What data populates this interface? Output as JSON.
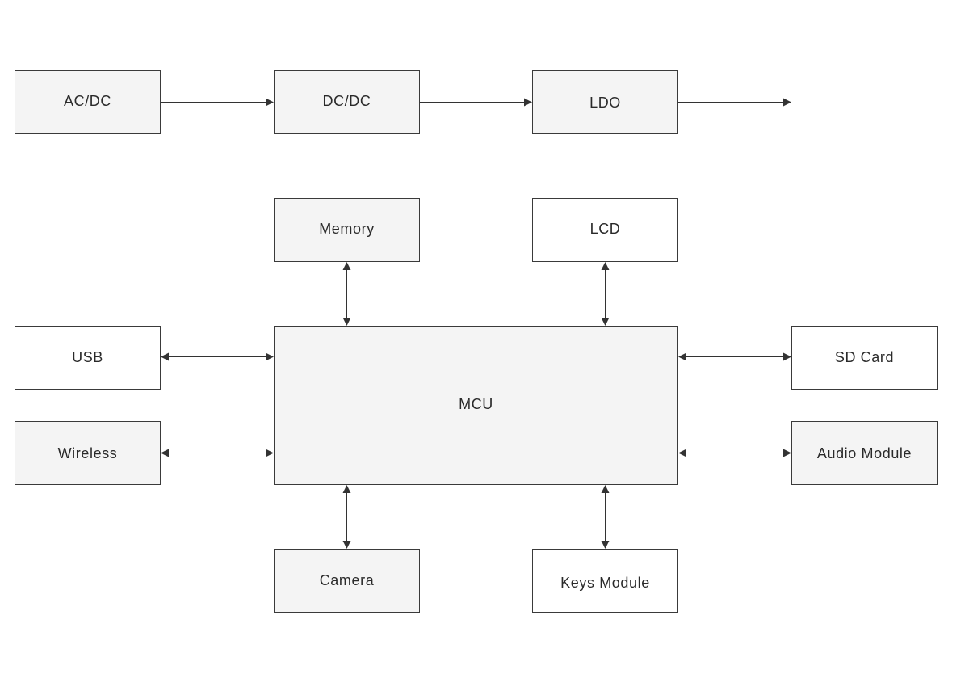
{
  "blocks": {
    "acdc": "AC/DC",
    "dcdc": "DC/DC",
    "ldo": "LDO",
    "memory": "Memory",
    "lcd": "LCD",
    "usb": "USB",
    "mcu": "MCU",
    "sdcard": "SD Card",
    "wireless": "Wireless",
    "audio": "Audio Module",
    "camera": "Camera",
    "keys": "Keys Module"
  }
}
